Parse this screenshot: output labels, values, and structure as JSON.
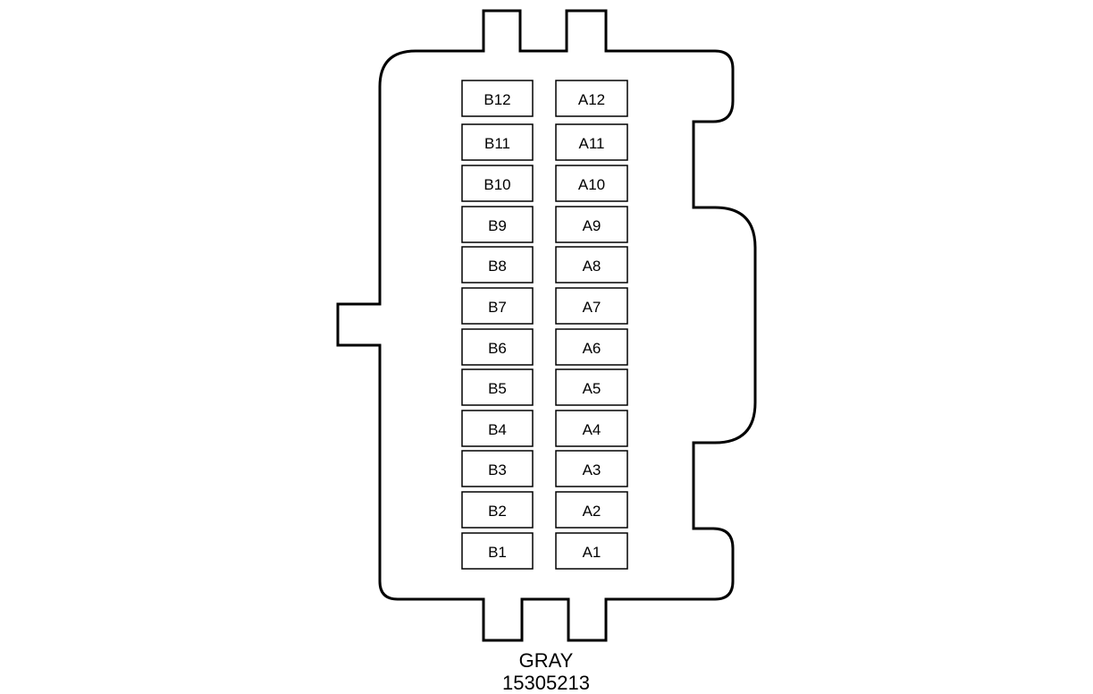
{
  "connector": {
    "color": "GRAY",
    "part_number": "15305213",
    "row_b": [
      "B12",
      "B11",
      "B10",
      "B9",
      "B8",
      "B7",
      "B6",
      "B5",
      "B4",
      "B3",
      "B2",
      "B1"
    ],
    "row_a": [
      "A12",
      "A11",
      "A10",
      "A9",
      "A8",
      "A7",
      "A6",
      "A5",
      "A4",
      "A3",
      "A2",
      "A1"
    ]
  },
  "colors": {
    "stroke": "#000000",
    "background": "#ffffff"
  }
}
